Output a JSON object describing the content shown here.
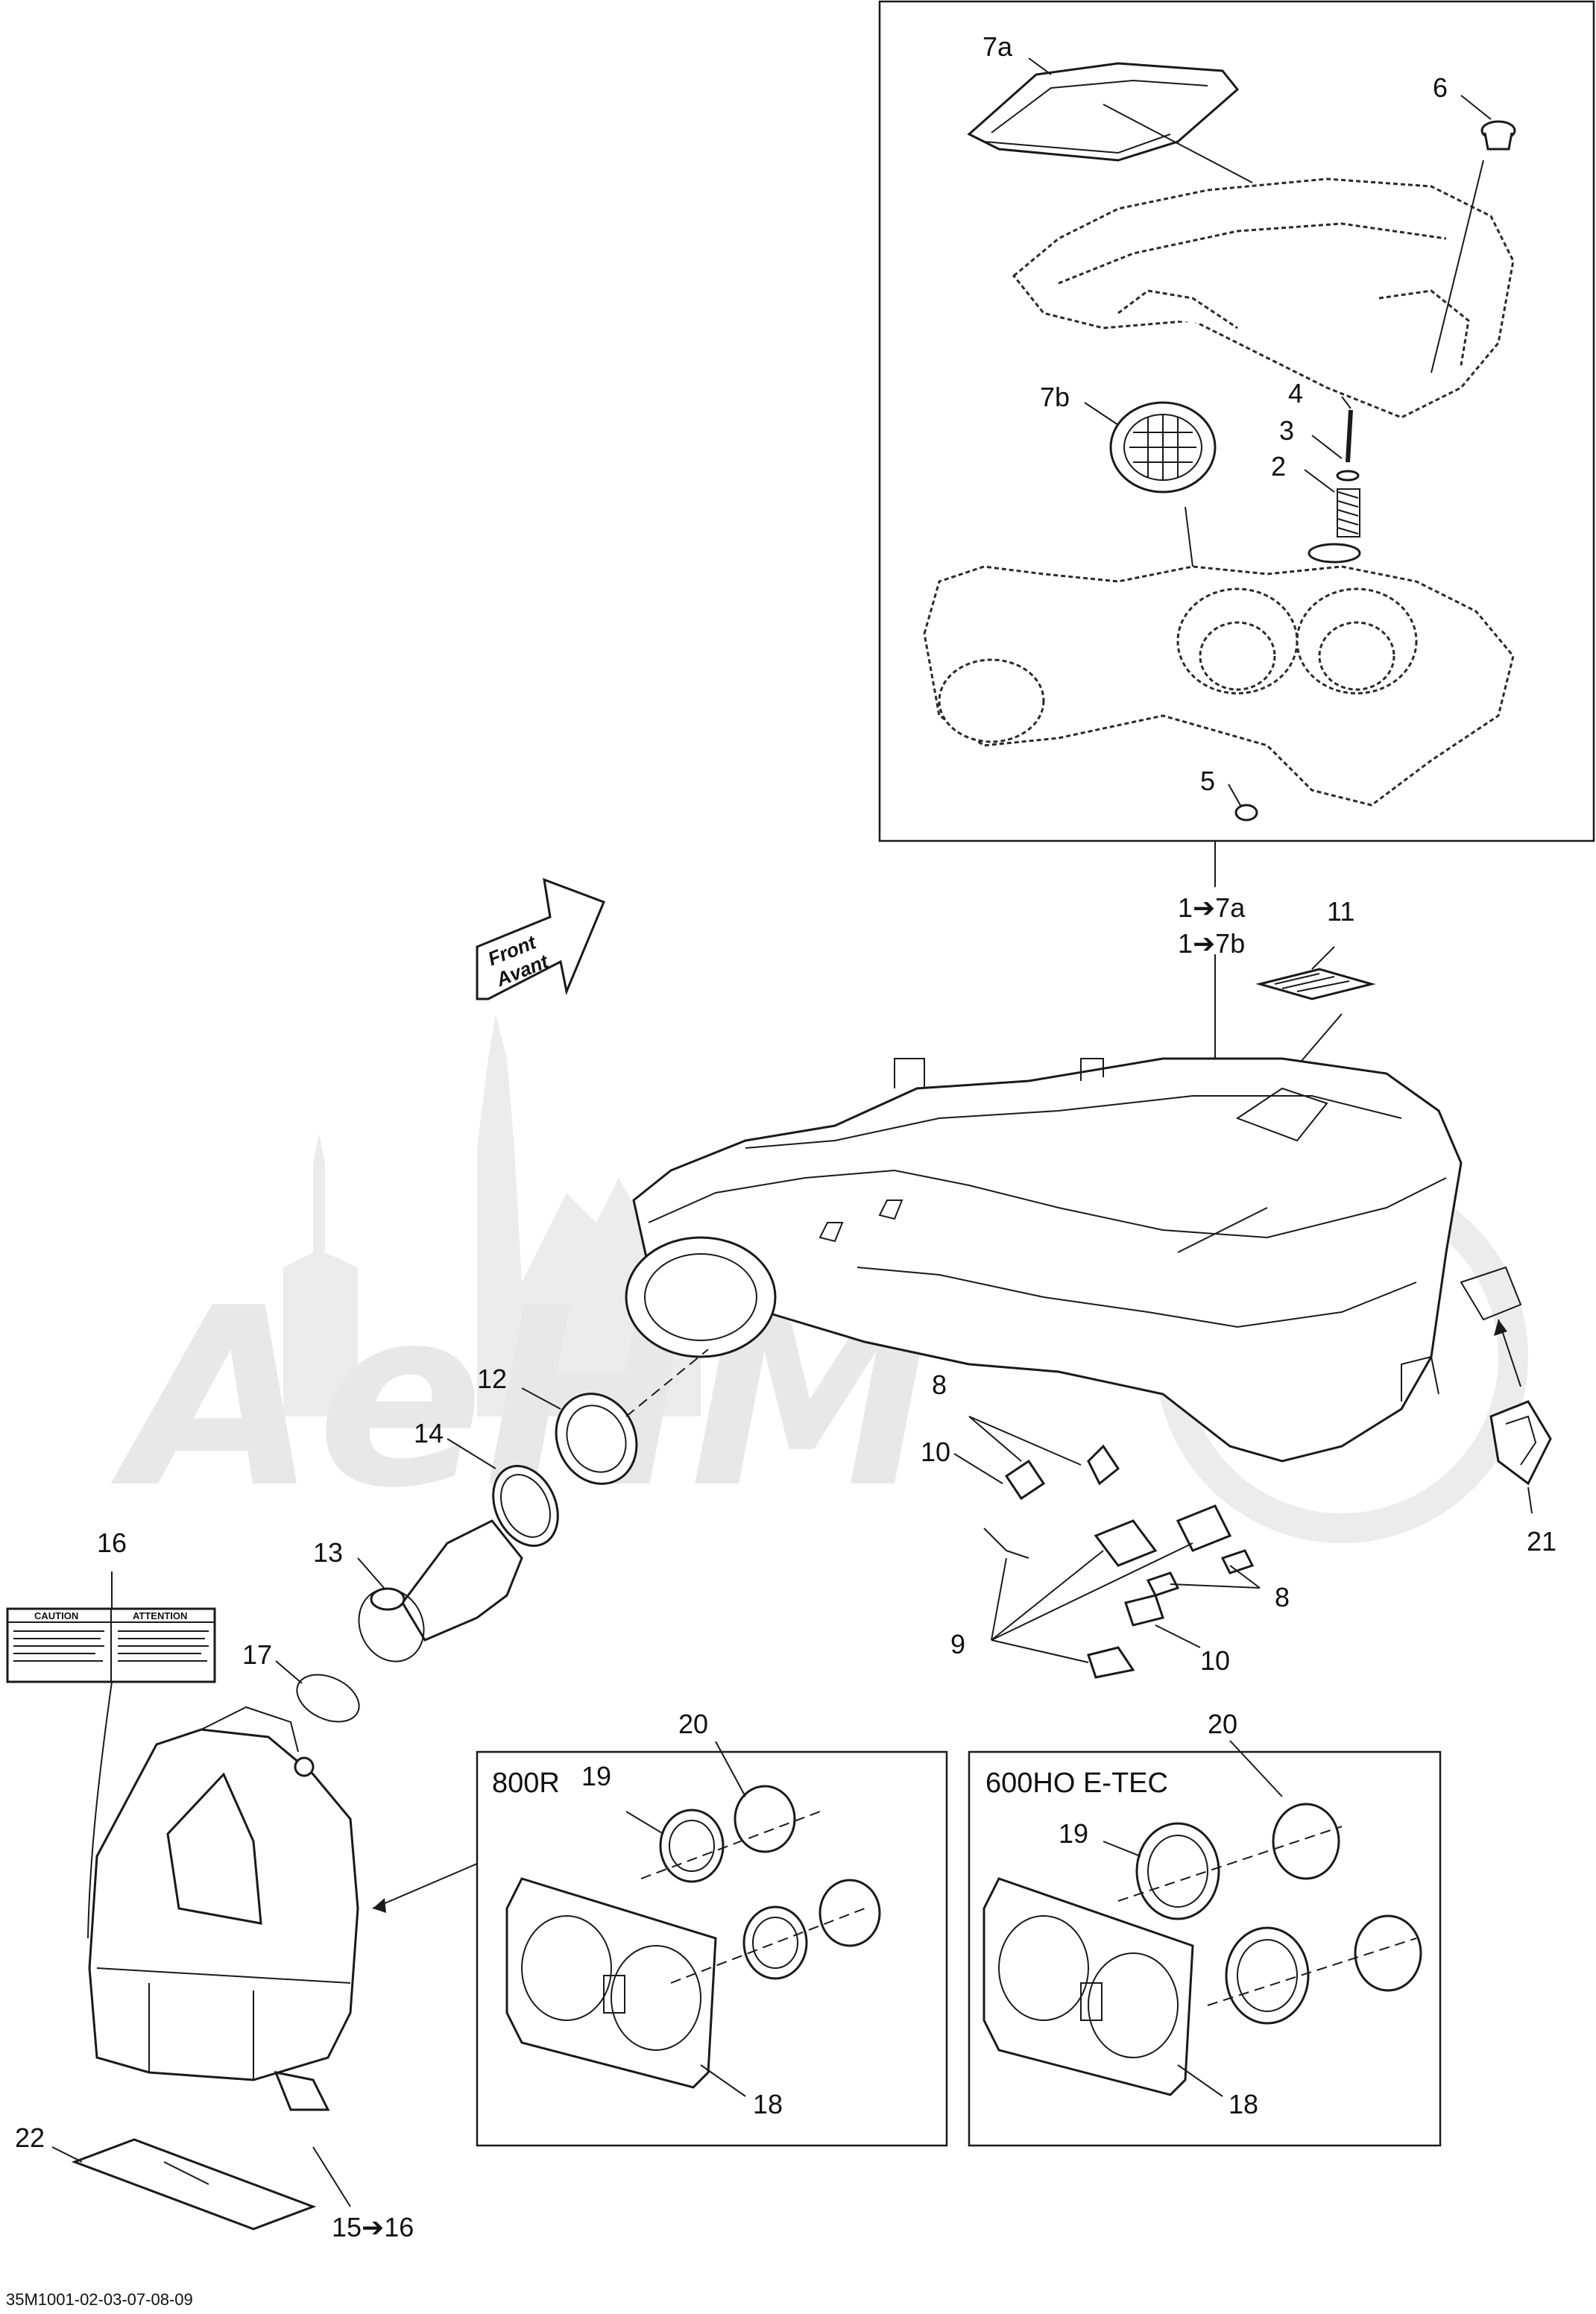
{
  "watermark": "AeHM",
  "front_arrow": {
    "line1": "Front",
    "line2": "Avant"
  },
  "callouts": {
    "c7a": "7a",
    "c6": "6",
    "c7b": "7b",
    "c4": "4",
    "c3": "3",
    "c2": "2",
    "c5": "5",
    "c1_7a": "1➔7a",
    "c1_7b": "1➔7b",
    "c11": "11",
    "c12": "12",
    "c14": "14",
    "c13": "13",
    "c16": "16",
    "c17": "17",
    "c8a": "8",
    "c10a": "10",
    "c9": "9",
    "c10b": "10",
    "c8b": "8",
    "c21": "21",
    "c20a": "20",
    "c19a": "19",
    "c18a": "18",
    "c20b": "20",
    "c19b": "19",
    "c18b": "18",
    "c22": "22",
    "c15_16": "15➔16"
  },
  "decal": {
    "left_head": "CAUTION",
    "right_head": "ATTENTION"
  },
  "boxes": {
    "box_800r": "800R",
    "box_600ho": "600HO E-TEC"
  },
  "drawing_code": "35M1001-02-03-07-08-09"
}
